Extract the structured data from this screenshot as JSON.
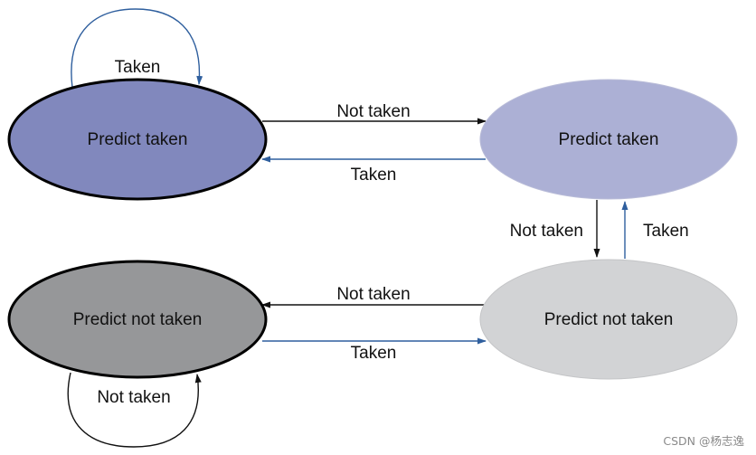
{
  "states": {
    "strong_taken": {
      "label": "Predict taken",
      "fill": "#8188bd"
    },
    "weak_taken": {
      "label": "Predict taken",
      "fill": "#acb0d5"
    },
    "weak_not_taken": {
      "label": "Predict not taken",
      "fill": "#d2d3d5"
    },
    "strong_not_taken": {
      "label": "Predict not taken",
      "fill": "#969799"
    }
  },
  "transitions": {
    "strong_taken_self": "Taken",
    "strong_taken_to_weak_taken": "Not taken",
    "weak_taken_to_strong_taken": "Taken",
    "weak_taken_to_weak_not_taken": "Not taken",
    "weak_not_taken_to_weak_taken": "Taken",
    "weak_not_taken_to_strong_not_taken": "Not taken",
    "strong_not_taken_to_weak_not_taken": "Taken",
    "strong_not_taken_self": "Not taken"
  },
  "colors": {
    "taken_arrow": "#2f5f9e",
    "not_taken_arrow": "#111111",
    "outline": "#000000"
  },
  "watermark": "CSDN @杨志逸"
}
